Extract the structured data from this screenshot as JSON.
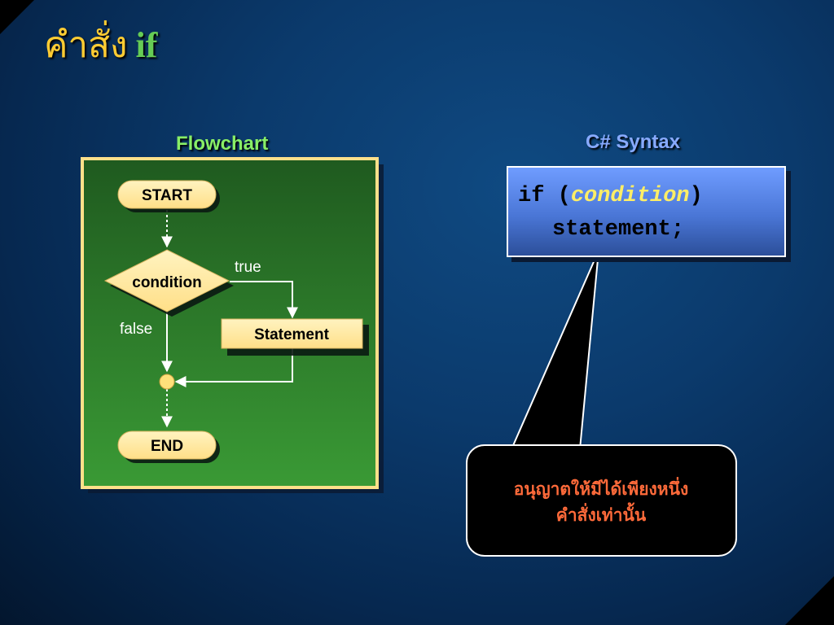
{
  "slide": {
    "title_thai": "คำสั่ง",
    "title_keyword": "if"
  },
  "flowchart": {
    "heading": "Flowchart",
    "nodes": {
      "start": "START",
      "condition": "condition",
      "statement": "Statement",
      "end": "END"
    },
    "branch_labels": {
      "true": "true",
      "false": "false"
    }
  },
  "syntax": {
    "heading": "C# Syntax",
    "line1_prefix": "if (",
    "line1_condition": "condition",
    "line1_suffix": ")",
    "line2": "statement;"
  },
  "callout": {
    "line1": "อนุญาตให้มีได้เพียงหนึ่ง",
    "line2": "คำสั่งเท่านั้น"
  },
  "colors": {
    "background": "#0b3a6c",
    "title": "#ffcc33",
    "title_keyword": "#66cc55",
    "flowchart_heading": "#88ee66",
    "syntax_heading": "#88aaff",
    "flowchart_panel": "#2f8a2f",
    "node_fill": "#ffe69a",
    "callout_text": "#ff6a3a"
  }
}
